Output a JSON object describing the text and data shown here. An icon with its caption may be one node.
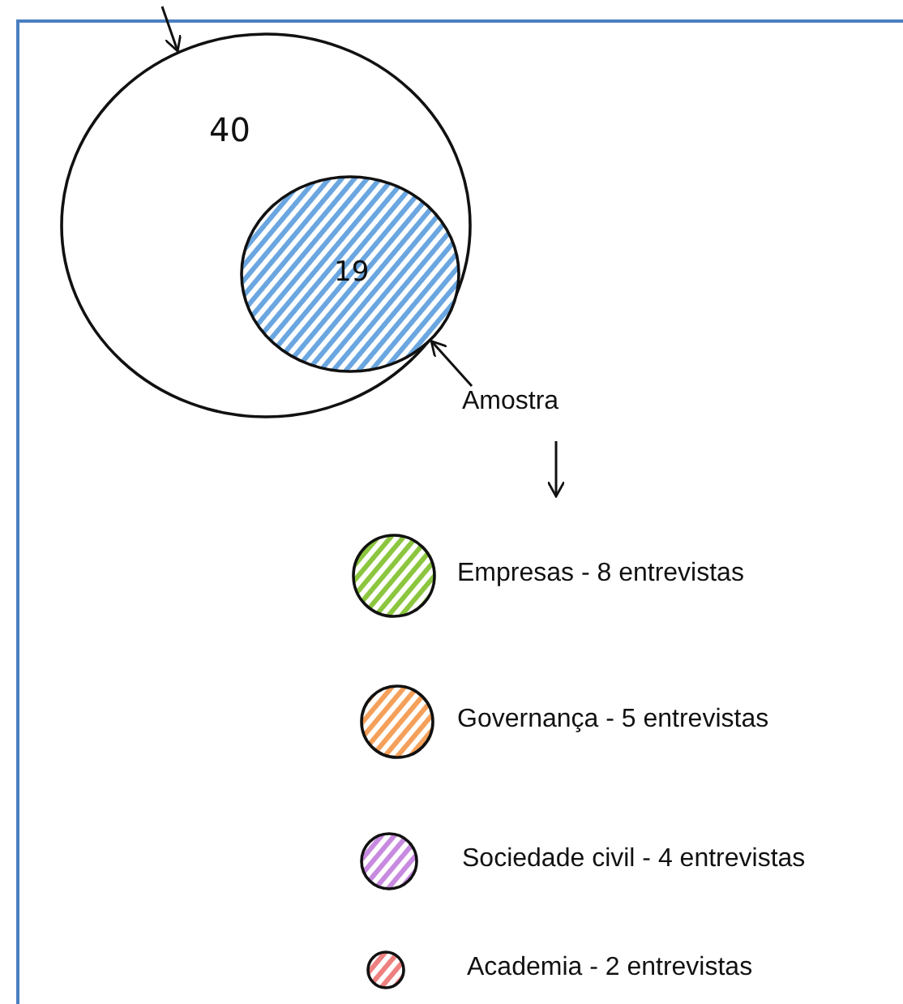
{
  "diagram": {
    "nodes": [
      {
        "text": [
          "40"
        ]
      },
      {
        "text": [
          "19"
        ],
        "in": 0
      },
      {
        "text": [
          "Amostra"
        ]
      }
    ],
    "edges": [
      {
        "from": null,
        "to": 0,
        "arrow": "to"
      },
      {
        "from": 2,
        "to": 1,
        "arrow": "to"
      },
      {
        "from": 2,
        "to": null,
        "arrow": "to"
      }
    ],
    "legend": [
      {
        "text": "Empresas - 8 entrevistas",
        "color": "#8cc63f"
      },
      {
        "text": "Governança - 5 entrevistas",
        "color": "#f5a05a"
      },
      {
        "text": "Sociedade civil - 4 entrevistas",
        "color": "#c88ae0"
      },
      {
        "text": "Academia  - 2 entrevistas",
        "color": "#ee8080"
      }
    ]
  }
}
